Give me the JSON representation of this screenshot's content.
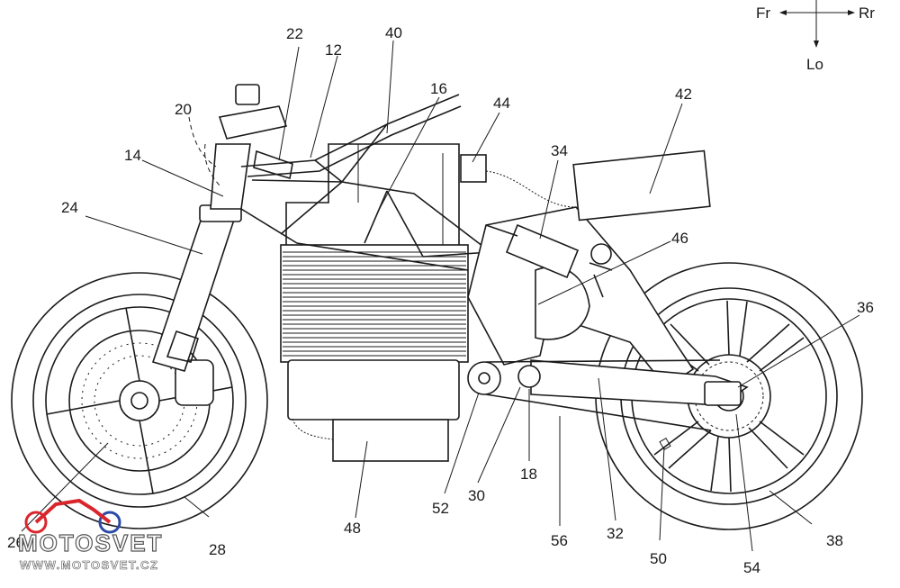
{
  "orientation": {
    "front": "Fr",
    "rear": "Rr",
    "lower": "Lo"
  },
  "reference_numerals": {
    "n12": "12",
    "n14": "14",
    "n16": "16",
    "n18": "18",
    "n20": "20",
    "n22": "22",
    "n24": "24",
    "n26": "26",
    "n28": "28",
    "n30": "30",
    "n32": "32",
    "n34": "34",
    "n36": "36",
    "n38": "38",
    "n40": "40",
    "n42": "42",
    "n44": "44",
    "n46": "46",
    "n48": "48",
    "n50": "50",
    "n52": "52",
    "n54": "54",
    "n56": "56"
  },
  "watermark": {
    "brand": "MOTOSVET",
    "url": "WWW.MOTOSVET.CZ",
    "logo_icon": "motorcycle-logo-icon",
    "colors": {
      "red": "#d9262c",
      "blue": "#2b4aa8"
    }
  },
  "line_color": "#1a1a1a"
}
